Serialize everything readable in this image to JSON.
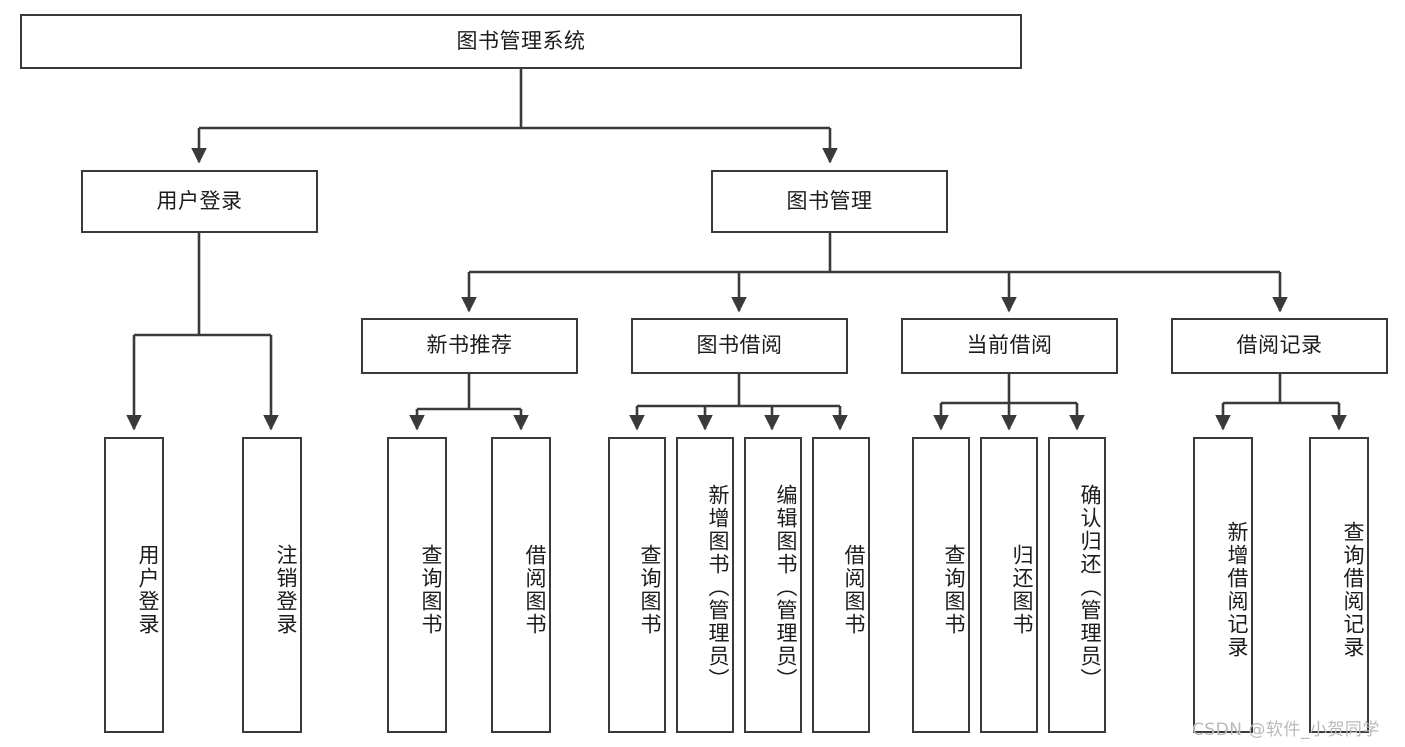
{
  "diagram": {
    "type": "tree-hierarchy",
    "title": "图书管理系统",
    "root": {
      "label": "图书管理系统"
    },
    "level1": [
      {
        "label": "用户登录"
      },
      {
        "label": "图书管理"
      }
    ],
    "level2": [
      {
        "label": "新书推荐"
      },
      {
        "label": "图书借阅"
      },
      {
        "label": "当前借阅"
      },
      {
        "label": "借阅记录"
      }
    ],
    "leaves_user_login": [
      {
        "label": "用户登录"
      },
      {
        "label": "注销登录"
      }
    ],
    "leaves_new_book": [
      {
        "label": "查询图书"
      },
      {
        "label": "借阅图书"
      }
    ],
    "leaves_borrow": [
      {
        "label": "查询图书"
      },
      {
        "label": "新增图书（管理员）"
      },
      {
        "label": "编辑图书（管理员）"
      },
      {
        "label": "借阅图书"
      }
    ],
    "leaves_current": [
      {
        "label": "查询图书"
      },
      {
        "label": "归还图书"
      },
      {
        "label": "确认归还（管理员）"
      }
    ],
    "leaves_record": [
      {
        "label": "新增借阅记录"
      },
      {
        "label": "查询借阅记录"
      }
    ]
  },
  "watermark": {
    "text": "CSDN @软件_小贺同学"
  },
  "colors": {
    "stroke": "#3a3a3a",
    "text": "#1c1c1c",
    "background": "#ffffff",
    "watermark": "#b9b9b9"
  }
}
